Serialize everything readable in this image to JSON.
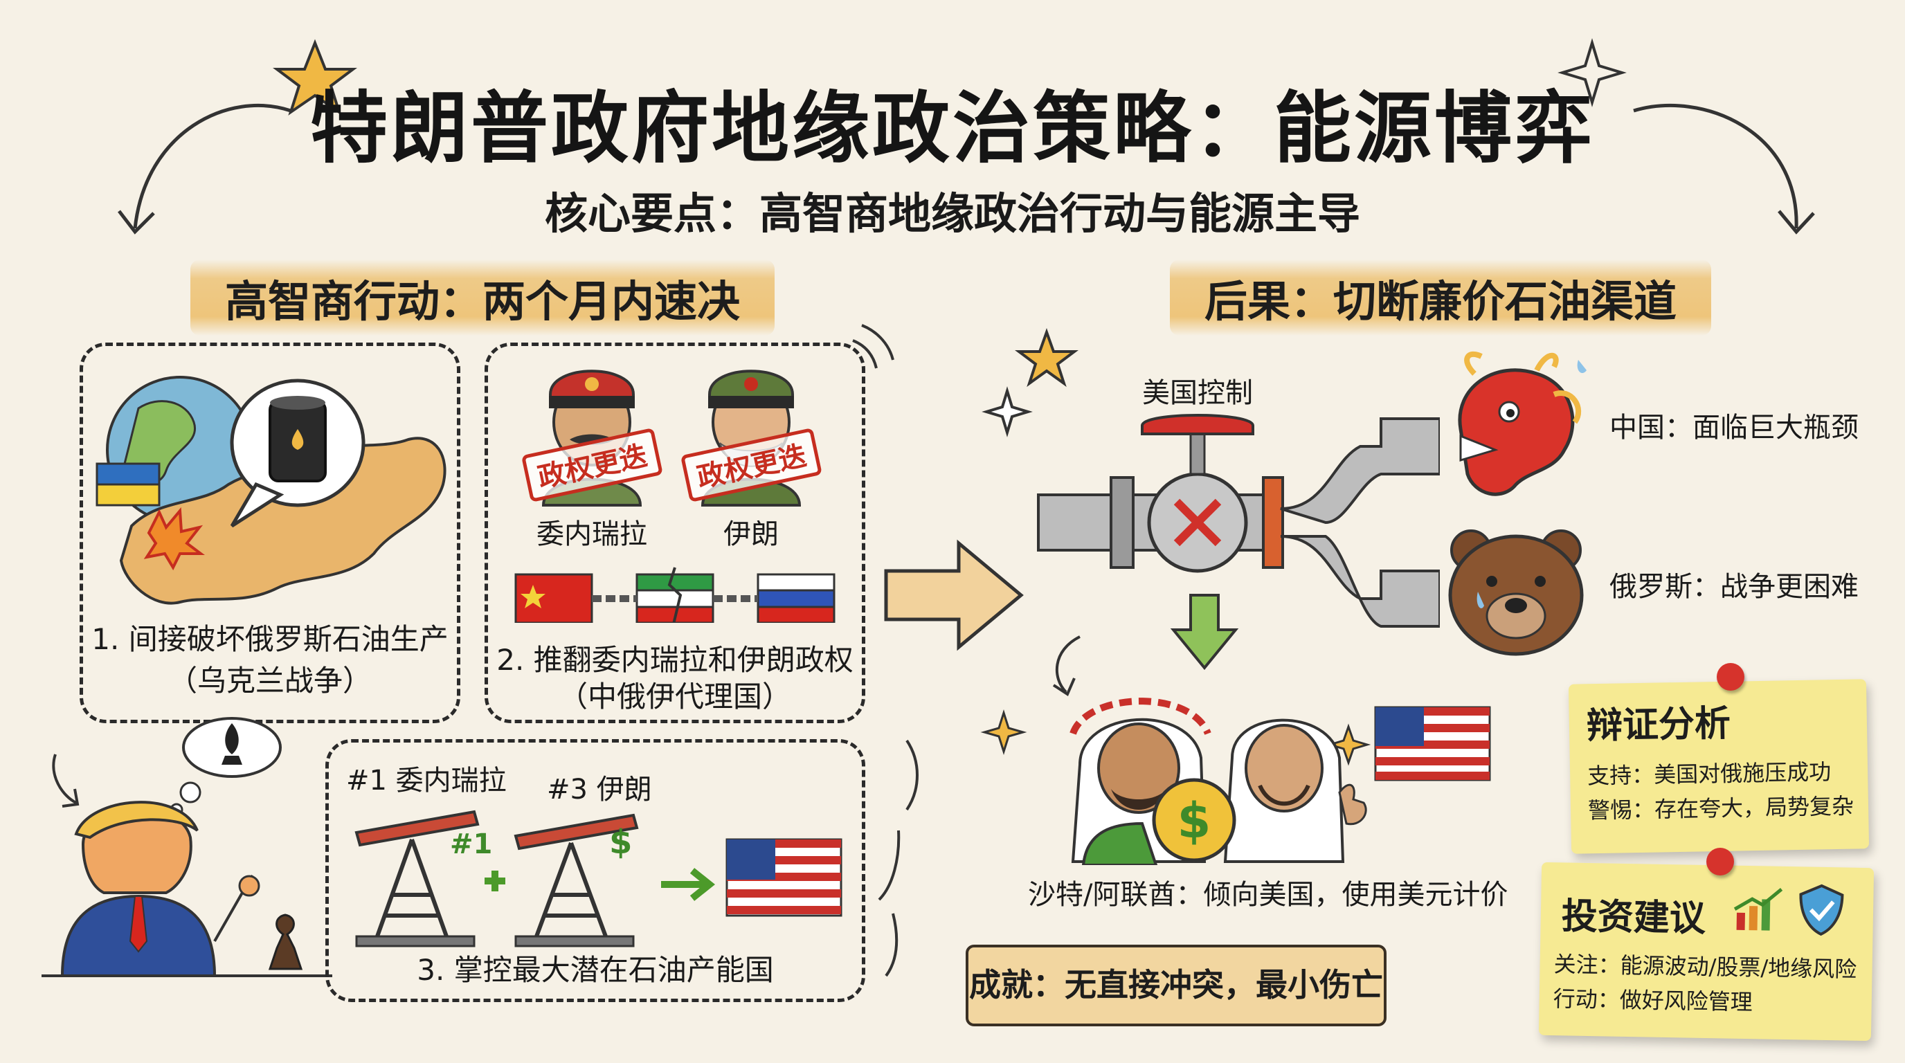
{
  "title": "特朗普政府地缘政治策略：能源博弈",
  "subtitle": "核心要点：高智商地缘政治行动与能源主导",
  "left_section": {
    "banner": "高智商行动：两个月内速决",
    "panel1": {
      "line1": "1. 间接破坏俄罗斯石油生产",
      "line2": "（乌克兰战争）"
    },
    "panel2": {
      "stamp": "政权更迭",
      "leader1": "委内瑞拉",
      "leader2": "伊朗",
      "line1": "2. 推翻委内瑞拉和伊朗政权",
      "line2": "（中俄伊代理国）"
    },
    "panel3": {
      "label1": "#1 委内瑞拉",
      "label2": "#3 伊朗",
      "rig1_tag": "#1",
      "rig2_tag": "$",
      "caption": "3. 掌控最大潜在石油产能国"
    }
  },
  "right_section": {
    "banner": "后果：切断廉价石油渠道",
    "valve_label": "美国控制",
    "china": "中国：面临巨大瓶颈",
    "russia": "俄罗斯：战争更困难",
    "gulf": "沙特/阿联酋：倾向美国，使用美元计价",
    "coin": "$",
    "achievement": "成就：无直接冲突，最小伤亡"
  },
  "analysis_note": {
    "title": "辩证分析",
    "line1": "支持：美国对俄施压成功",
    "line2": "警惕：存在夸大，局势复杂"
  },
  "advice_note": {
    "title": "投资建议",
    "line1": "关注：能源波动/股票/地缘风险",
    "line2": "行动：做好风险管理"
  },
  "colors": {
    "background": "#f6f1e6",
    "banner": "#ecbd68",
    "sticky_note": "#f6ea93",
    "pin": "#d6332c",
    "arrow": "#f2d29c",
    "down_arrow": "#8fc25a"
  }
}
